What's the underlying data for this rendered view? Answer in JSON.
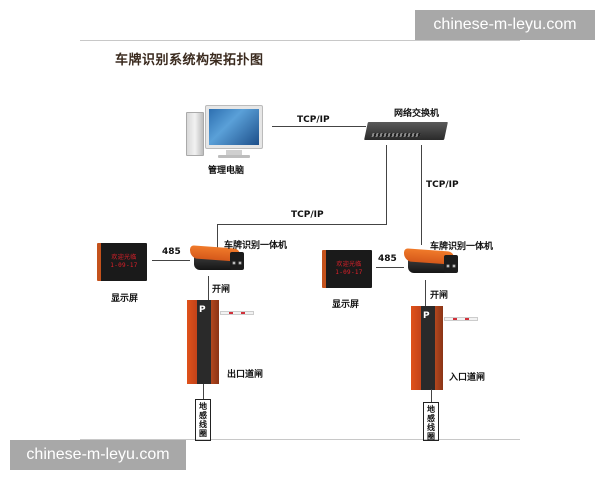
{
  "title": "车牌识别系统构架拓扑图",
  "watermarks": {
    "top_right": "chinese-m-leyu.com",
    "bottom_left": "chinese-m-leyu.com"
  },
  "nodes": {
    "pc": {
      "label": "管理电脑",
      "icon": "desktop-computer-icon"
    },
    "switch": {
      "label": "网络交换机",
      "icon": "network-switch-icon"
    },
    "left": {
      "camera_label": "车牌识别一体机",
      "display_label": "显示屏",
      "display_text": [
        "欢迎光临",
        "1-09-17"
      ],
      "gate_label": "出口道闸",
      "gate_mark": "P",
      "coil_label": [
        "地",
        "感",
        "线",
        "圈"
      ]
    },
    "right": {
      "camera_label": "车牌识别一体机",
      "display_label": "显示屏",
      "display_text": [
        "欢迎光临",
        "1-09-17"
      ],
      "gate_label": "入口道闸",
      "gate_mark": "P",
      "coil_label": [
        "地",
        "感",
        "线",
        "圈"
      ]
    }
  },
  "links": {
    "pc_switch": "TCP/IP",
    "switch_left": "TCP/IP",
    "switch_right": "TCP/IP",
    "left_display": "485",
    "right_display": "485",
    "left_open": "开闸",
    "right_open": "开闸"
  },
  "colors": {
    "accent_orange": "#e0521a",
    "line": "#444444",
    "watermark_bg": "#a8a8a8"
  }
}
